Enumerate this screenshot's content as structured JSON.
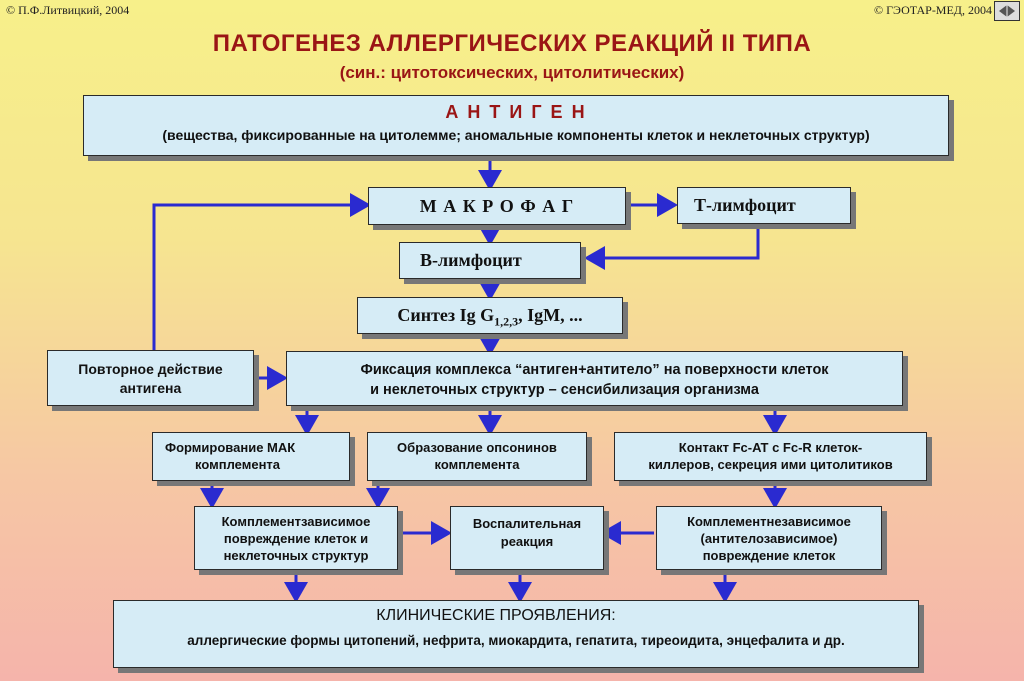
{
  "header": {
    "copyright_left": "© П.Ф.Литвицкий, 2004",
    "copyright_right": "© ГЭОТАР-МЕД, 2004",
    "title": "ПАТОГЕНЕЗ АЛЛЕРГИЧЕСКИХ РЕАКЦИЙ II ТИПА",
    "subtitle": "(син.: цитотоксических, цитолитических)"
  },
  "nodes": {
    "antigen": {
      "title": "А Н Т И Г Е Н",
      "desc": "(вещества, фиксированные на цитолемме; аномальные компоненты  клеток и неклеточных структур)"
    },
    "macrophage": "М А К Р О Ф А Г",
    "t_lymphocyte": "Т-лимфоцит",
    "b_lymphocyte": "В-лимфоцит",
    "synthesis": {
      "prefix": "Синтез  Ig G",
      "sub": "1,2,3",
      "suffix": ", IgM, ..."
    },
    "repeat_antigen": {
      "line1": "Повторное действие",
      "line2": "антигена"
    },
    "fixation": {
      "line1": "Фиксация комплекса “антиген+антитело” на поверхности клеток",
      "line2": "и неклеточных структур – сенсибилизация организма"
    },
    "mac": {
      "line1": "Формирование МАК",
      "line2": "комплемента"
    },
    "opsonins": {
      "line1": "Образование опсонинов",
      "line2": "комплемента"
    },
    "contact": {
      "line1": "Контакт   Fc-AT с Fc-R   клеток-",
      "line2": "киллеров, секреция ими цитолитиков"
    },
    "complement_dep": {
      "line1": "Комплементзависимое",
      "line2": "повреждение клеток и",
      "line3": "неклеточных структур"
    },
    "inflammation": {
      "line1": "Воспалительная",
      "line2": "реакция"
    },
    "complement_indep": {
      "line1": "Комплементнезависимое",
      "line2": "(антителозависимое)",
      "line3": "повреждение клеток"
    },
    "clinical": {
      "title": "КЛИНИЧЕСКИЕ ПРОЯВЛЕНИЯ:",
      "desc": "аллергические формы  цитопений, нефрита, миокардита, гепатита, тиреоидита, энцефалита и др."
    }
  },
  "colors": {
    "arrow": "#2a2ad0",
    "title": "#9a1515",
    "box_fill": "#d6ecf6"
  }
}
